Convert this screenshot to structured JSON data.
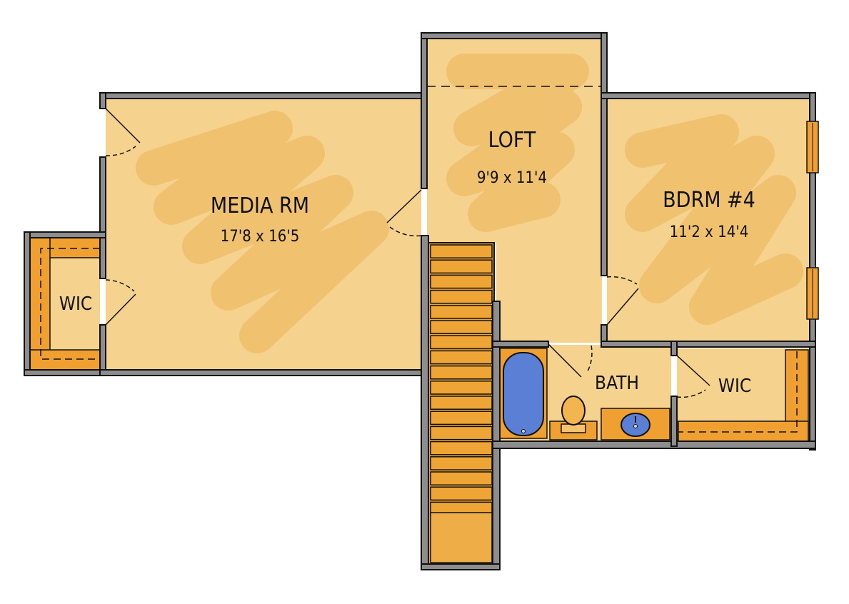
{
  "colors": {
    "background": "#ffffff",
    "floor": "#f5d28e",
    "floor_shade": "#efbf6b",
    "wall_fill": "#8d8d8d",
    "wall_stroke": "#111111",
    "cabinet": "#f0a030",
    "stair_tread": "#eea535",
    "fixture_blue": "#5b7fd4"
  },
  "rooms": {
    "media": {
      "name": "MEDIA RM",
      "dims": "17'8 x 16'5"
    },
    "loft": {
      "name": "LOFT",
      "dims": "9'9 x 11'4"
    },
    "bedroom": {
      "name": "BDRM #4",
      "dims": "11'2 x 14'4"
    },
    "bath": {
      "name": "BATH"
    },
    "wic_left": {
      "name": "WIC"
    },
    "wic_right": {
      "name": "WIC"
    }
  },
  "icons": {
    "stairs": "stairs-icon",
    "tub": "bathtub-icon",
    "toilet": "toilet-icon",
    "sink": "sink-icon",
    "door": "door-swing-icon",
    "window": "window-icon",
    "shelf": "closet-shelf-icon"
  }
}
